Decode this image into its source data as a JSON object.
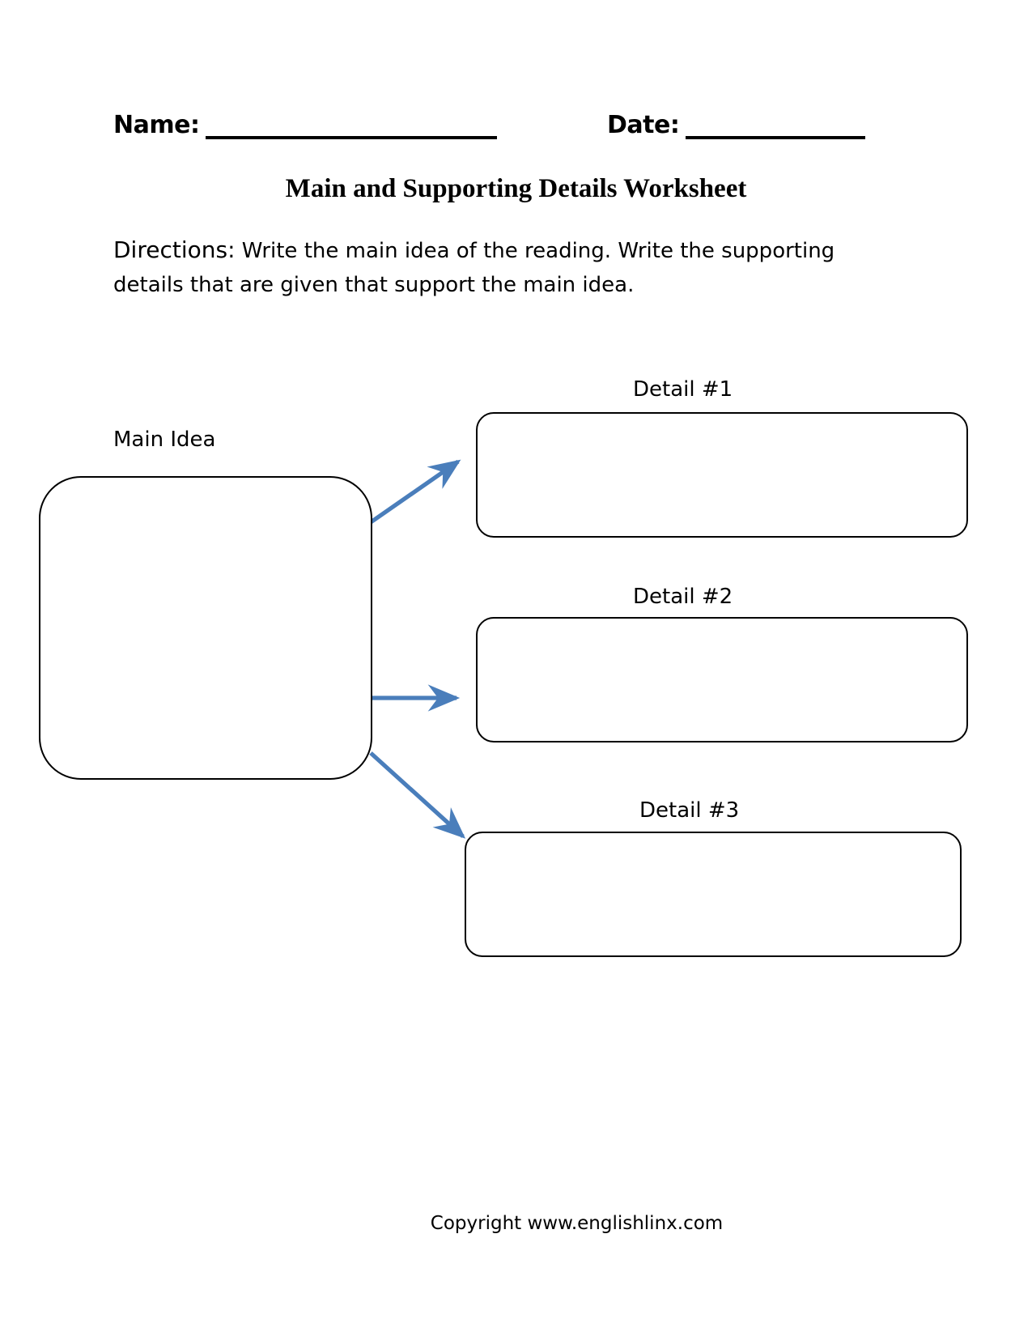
{
  "page": {
    "title": "Main and Supporting Details Worksheet",
    "background_color": "#ffffff",
    "text_color": "#000000",
    "arrow_color": "#4a7ebb"
  },
  "header": {
    "name_label": "Name:",
    "date_label": "Date:"
  },
  "directions": {
    "lead": "Directions:",
    "body": " Write the main idea of the reading. Write the supporting details that are given that support the main idea."
  },
  "diagram": {
    "main": {
      "label": "Main Idea",
      "value": ""
    },
    "details": [
      {
        "label": "Detail #1",
        "value": ""
      },
      {
        "label": "Detail #2",
        "value": ""
      },
      {
        "label": "Detail #3",
        "value": ""
      }
    ]
  },
  "footer": {
    "copyright": "Copyright www.englishlinx.com"
  }
}
